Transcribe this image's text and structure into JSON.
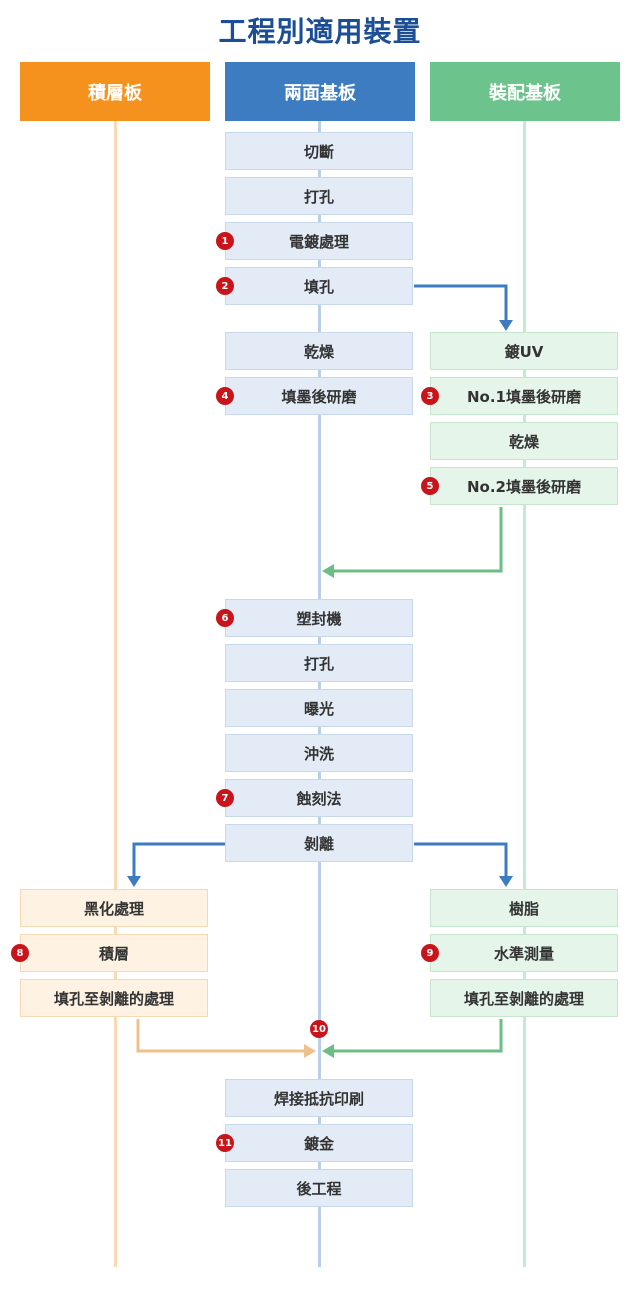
{
  "title": "工程別適用裝置",
  "columns": {
    "left": {
      "label": "積層板",
      "color": "#f5921e",
      "line_color": "#f8dbb4"
    },
    "center": {
      "label": "兩面基板",
      "color": "#3d7cc1",
      "line_color": "#b8d0ec"
    },
    "right": {
      "label": "裝配基板",
      "color": "#6cc38b",
      "line_color": "#c3ebd0"
    }
  },
  "center_steps": [
    "切斷",
    "打孔",
    "電鍍處理",
    "填孔",
    "乾燥",
    "填墨後研磨",
    "塑封機",
    "打孔",
    "曝光",
    "沖洗",
    "蝕刻法",
    "剝離",
    "焊接抵抗印刷",
    "鍍金",
    "後工程"
  ],
  "right_steps_upper": [
    "鍍UV",
    "No.1填墨後研磨",
    "乾燥",
    "No.2填墨後研磨"
  ],
  "right_steps_lower": [
    "樹脂",
    "水準測量",
    "填孔至剝離的處理"
  ],
  "left_steps": [
    "黑化處理",
    "積層",
    "填孔至剝離的處理"
  ],
  "badges": [
    "1",
    "2",
    "3",
    "4",
    "5",
    "6",
    "7",
    "8",
    "9",
    "10",
    "11"
  ],
  "arrow_colors": {
    "blue": "#3d7cc1",
    "green": "#6bbd85",
    "orange": "#f0c08a"
  }
}
